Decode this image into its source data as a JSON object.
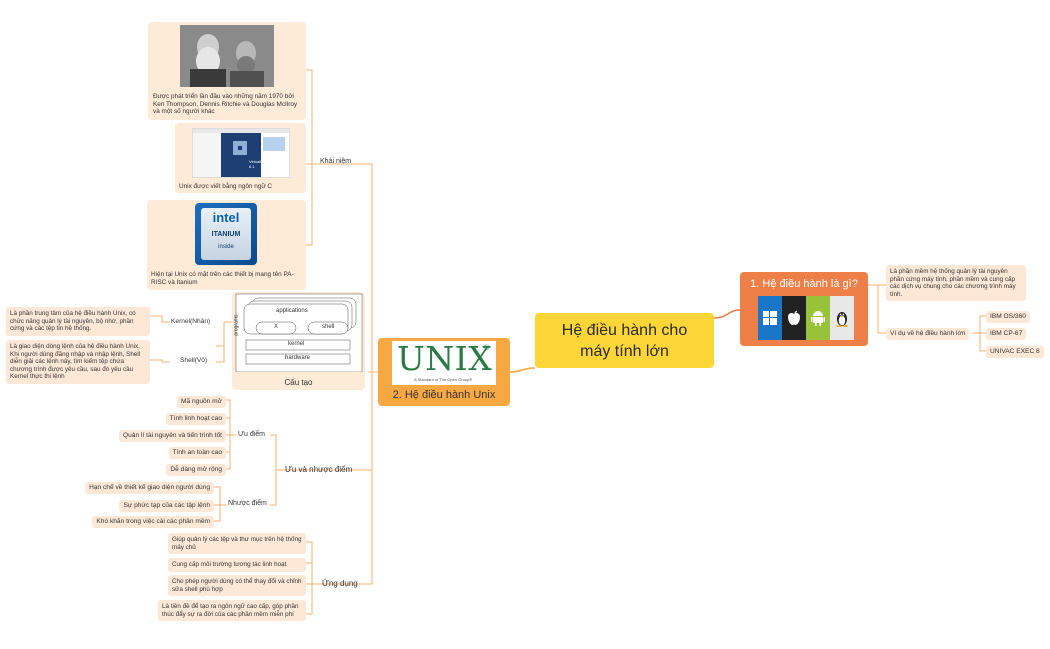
{
  "central": {
    "title": "Hệ điều hành cho máy tính lớn"
  },
  "branch1": {
    "title": "1. Hệ điều hành là gì?",
    "icons": [
      "windows-logo-icon",
      "apple-logo-icon",
      "android-logo-icon",
      "linux-tux-icon"
    ],
    "definition": "Là phần mềm hệ thống quản lý tài nguyên phần cứng máy tính, phần mềm và cung cấp các dịch vụ chung cho các chương trình máy tính.",
    "examples_label": "Ví dụ về hệ điều hành lớn",
    "examples": [
      "IBM OS/360",
      "IBM CP-67",
      "UNIVAC EXEC 8"
    ]
  },
  "branch2": {
    "title": "2. Hệ điều hành Unix",
    "logo_text": "UNIX",
    "logo_reg": "®",
    "logo_tagline": "A Standard of The Open Group®"
  },
  "khai_niem": {
    "label": "Khái niệm",
    "card1_caption": "Được phát triển lần đầu vào những năm 1970 bởi Ken Thompson, Dennis Ritchie và Douglas McIlroy và một số người khác",
    "card2_caption": "Unix được viết bằng ngôn ngữ C",
    "card2_badge": "VirtualBox 6.1",
    "card3_caption": "Hiện tại Unix có mặt trên các thiết bị mang tên PA-RISC và Itanium",
    "intel_brand": "intel",
    "intel_product": "ITANIUM",
    "intel_inside": "inside"
  },
  "cau_tao": {
    "label": "Cấu tạo",
    "kernel_label": "Kernel(Nhân)",
    "kernel_desc": "Là phần trung tâm của hệ điều hành Unix, có chức năng quản lý tài nguyên, bộ nhớ, phần cứng và các tệp tin hệ thống.",
    "shell_label": "Shell(Vỏ)",
    "shell_desc": "Là giao diện dòng lệnh của hệ điều hành Unix. Khi người dùng đăng nhập và nhập lệnh, Shell diễn giải các lệnh này, tìm kiếm tệp chứa chương trình được yêu cầu, sau đó yêu cầu Kernel thực thi lệnh",
    "diagram": {
      "applications": "applications",
      "programs": "programs",
      "x": "X",
      "shell": "shell",
      "kernel": "kernel",
      "hardware": "hardware"
    }
  },
  "uu_nhuoc": {
    "label": "Ưu và nhược điểm",
    "pros_label": "Ưu điểm",
    "pros": [
      "Mã nguồn mở",
      "Tính linh hoạt cao",
      "Quản lí tài nguyên và tiến trình tốt",
      "Tính an toàn cao",
      "Dễ dàng mở rộng"
    ],
    "cons_label": "Nhược điểm",
    "cons": [
      "Hạn chế về thiết kế giao diện người dùng",
      "Sự phức tạp của các tập lệnh",
      "Khó khăn trong việc cài các phần mềm"
    ]
  },
  "ung_dung": {
    "label": "Ứng dụng",
    "items": [
      "Giúp quản lý các tệp và thư mục trên hệ thống máy chủ",
      "Cung cấp môi trường tương tác linh hoạt",
      "Cho phép người dùng có thể thay đổi và chỉnh sửa shell phù hợp",
      "Là tiền đề để tạo ra ngôn ngữ cao cấp, góp phần thúc đẩy sự ra đời của các phần mềm miễn phí"
    ]
  },
  "colors": {
    "central": "#fcd537",
    "branch1": "#ee7f48",
    "branch2": "#f7a843",
    "line": "#f5b070",
    "leaf_bg": "#fde8d7"
  }
}
